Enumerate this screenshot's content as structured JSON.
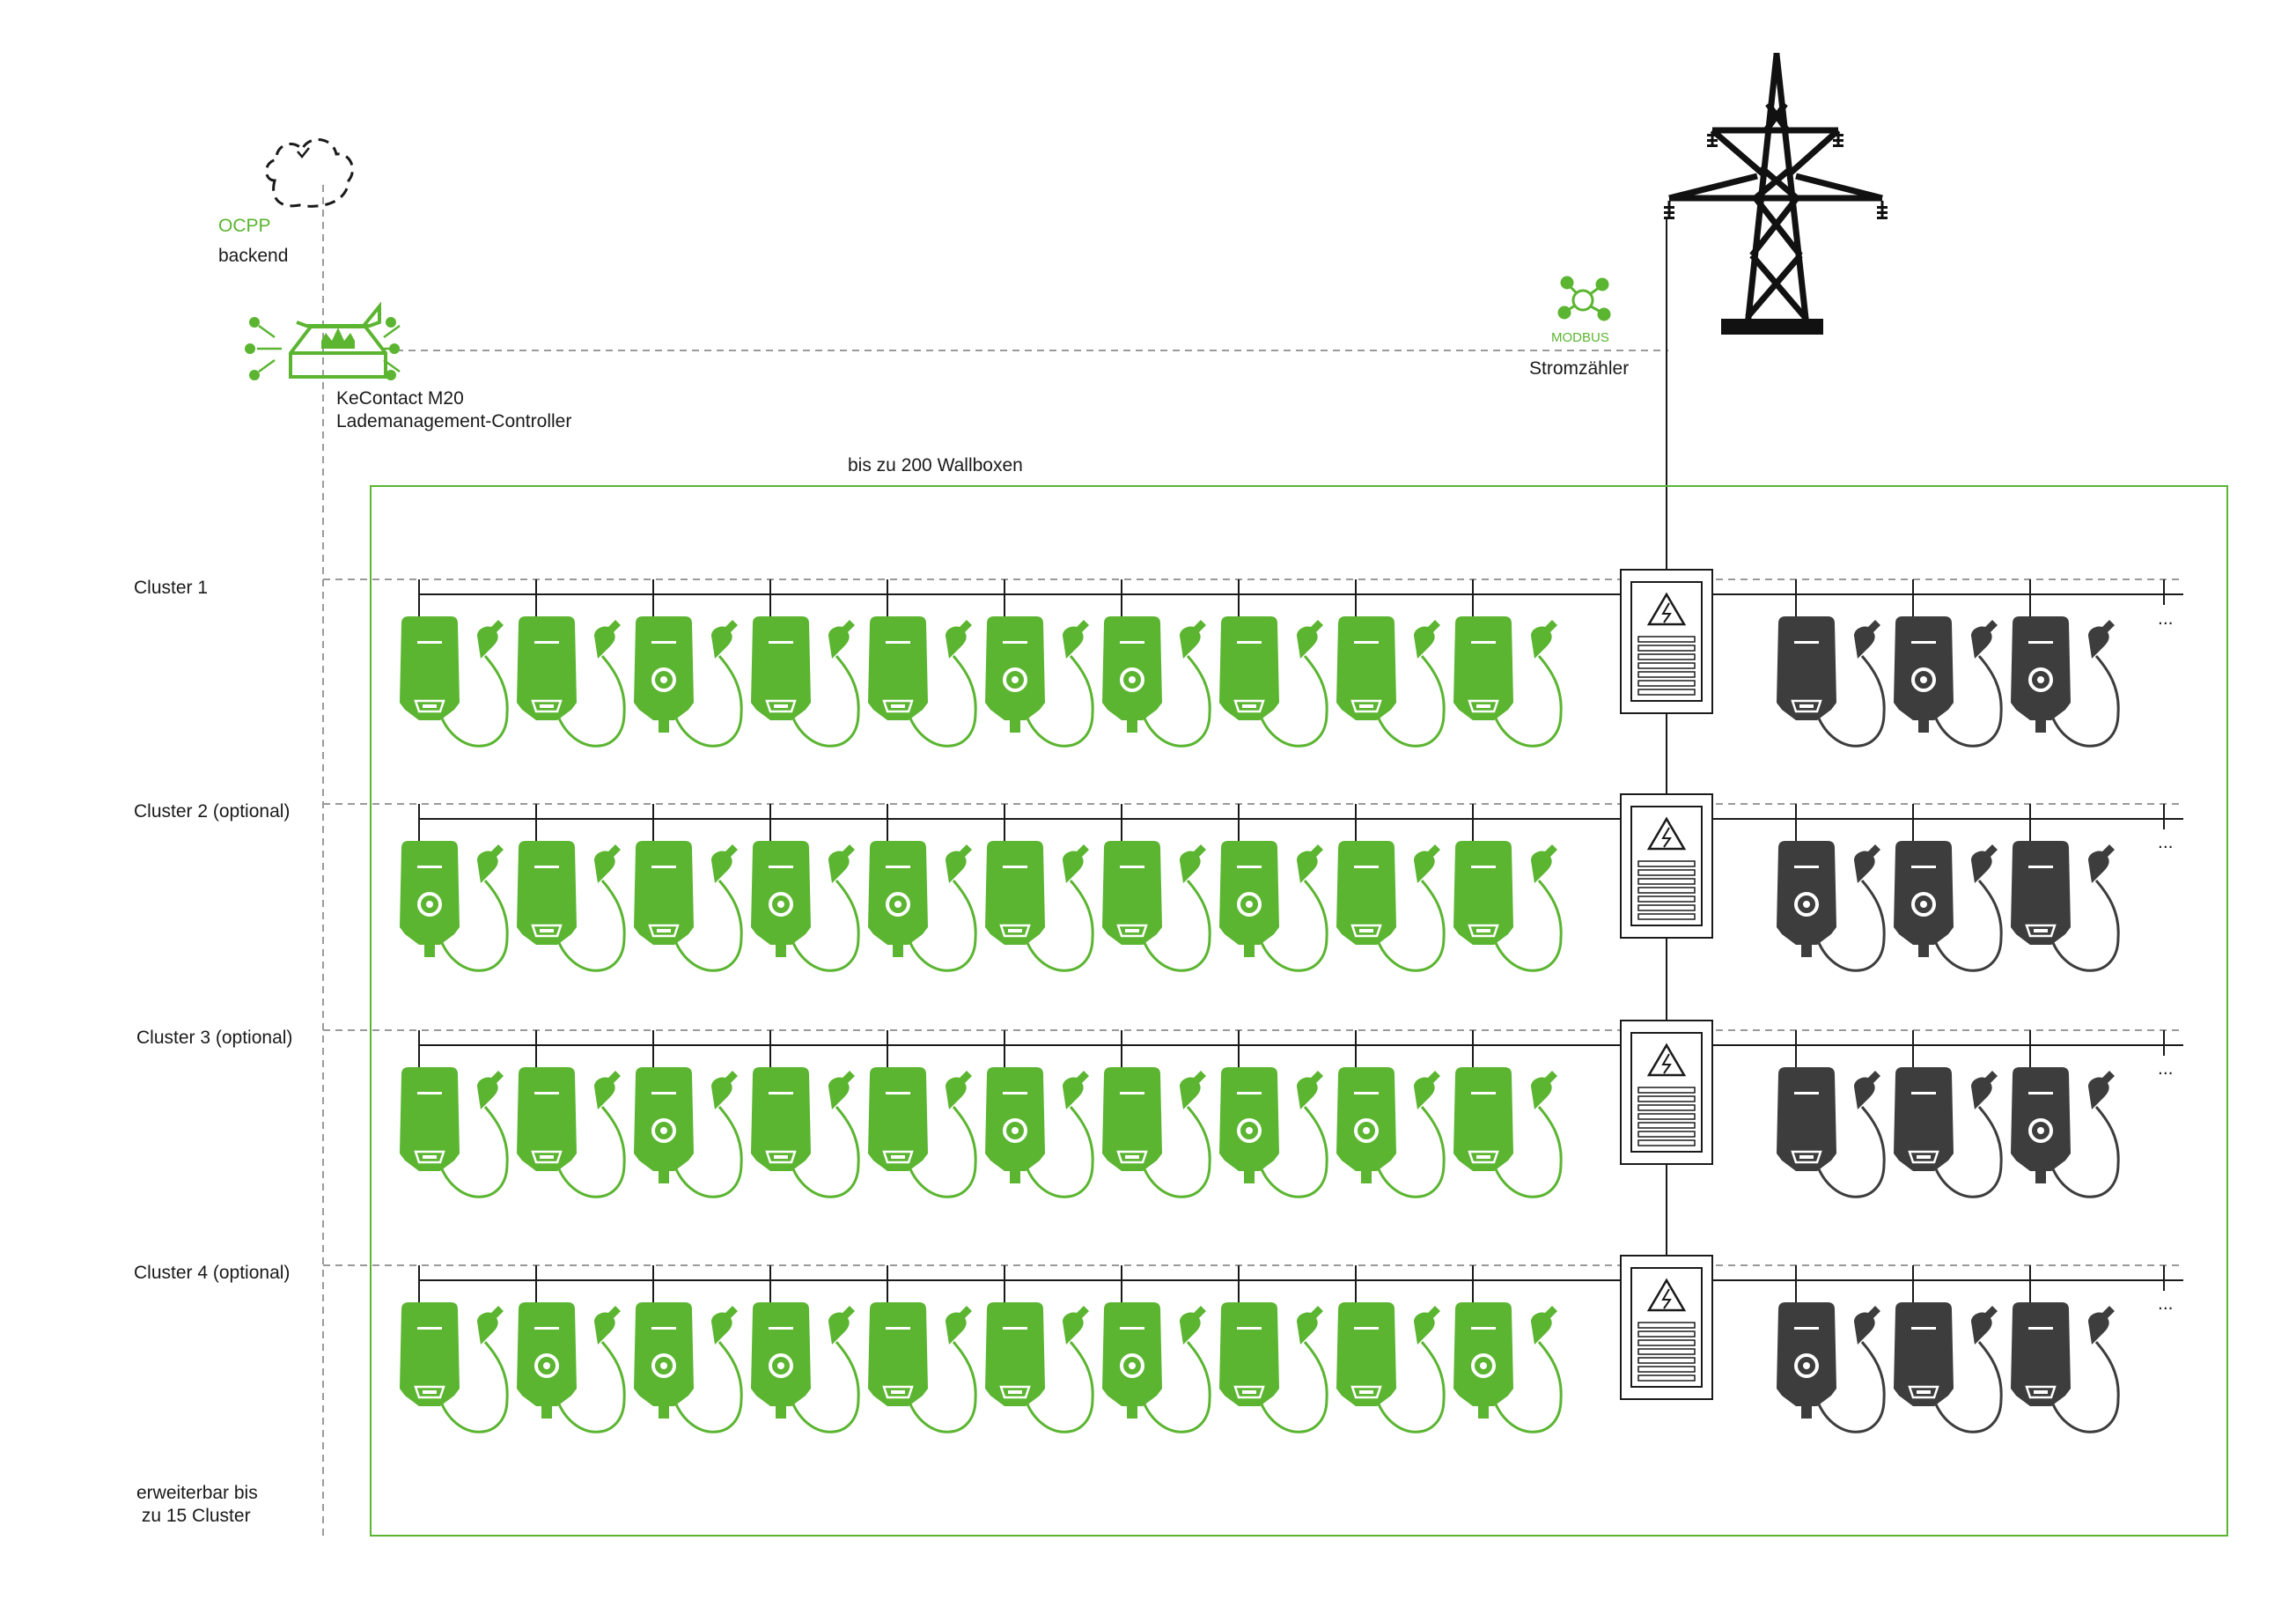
{
  "colors": {
    "green": "#5bb531",
    "dark": "#3d3d3d",
    "line": "#1a1a1a",
    "dashed": "#9a9a9a",
    "frame": "#5bb531"
  },
  "icons": {
    "cloud": "cloud-icon",
    "controller": "controller-icon",
    "modbus": "modbus-network-icon",
    "pylon": "power-pylon-icon",
    "distribution": "distribution-panel-icon",
    "wallbox": "wallbox-icon"
  },
  "cloud": {
    "protocol": "OCPP",
    "name": "backend"
  },
  "controller": {
    "line1": "KeContact M20",
    "line2": "Lademanagement-Controller"
  },
  "meter": {
    "bus": "MODBUS",
    "name": "Stromzähler"
  },
  "frame_title": "bis zu 200 Wallboxen",
  "clusters": [
    {
      "label": "Cluster 1",
      "green_styles": [
        "plain",
        "plain",
        "ring",
        "plain",
        "plain",
        "ring",
        "ring",
        "plain",
        "plain",
        "plain"
      ],
      "dark_styles": [
        "plain",
        "ring",
        "ring"
      ]
    },
    {
      "label": "Cluster 2 (optional)",
      "green_styles": [
        "ring",
        "plain",
        "plain",
        "ring",
        "ring",
        "plain",
        "plain",
        "ring",
        "plain",
        "plain"
      ],
      "dark_styles": [
        "ring",
        "ring",
        "plain"
      ]
    },
    {
      "label": "Cluster 3 (optional)",
      "green_styles": [
        "plain",
        "plain",
        "ring",
        "plain",
        "plain",
        "ring",
        "plain",
        "ring",
        "ring",
        "plain"
      ],
      "dark_styles": [
        "plain",
        "plain",
        "ring"
      ]
    },
    {
      "label": "Cluster 4 (optional)",
      "green_styles": [
        "plain",
        "ring",
        "ring",
        "ring",
        "plain",
        "plain",
        "ring",
        "plain",
        "plain",
        "ring"
      ],
      "dark_styles": [
        "ring",
        "plain",
        "plain"
      ]
    }
  ],
  "ellipsis": "...",
  "footer": {
    "line1": "erweiterbar bis",
    "line2": " zu 15 Cluster"
  }
}
